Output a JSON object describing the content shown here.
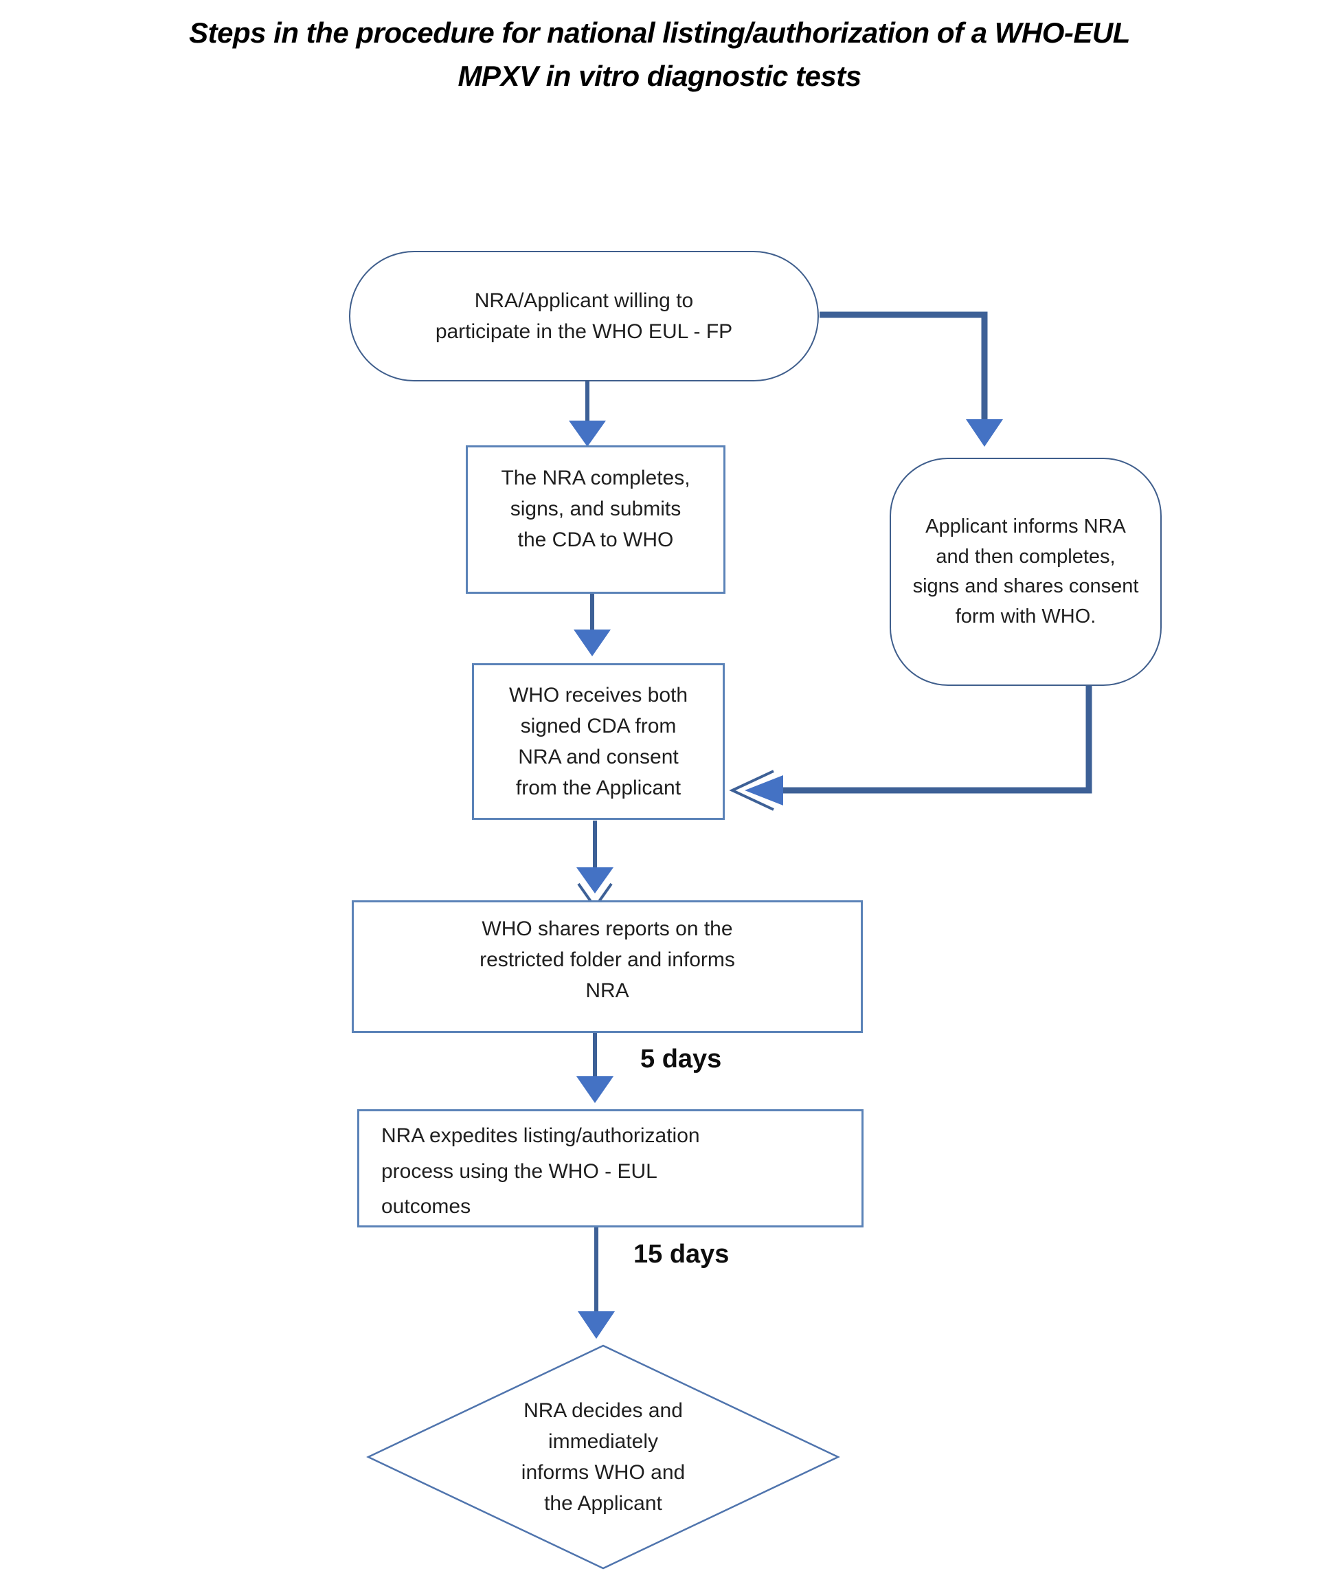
{
  "title": "Steps in the procedure for national listing/authorization of a WHO-EUL\nMPXV in vitro diagnostic tests",
  "nodes": {
    "start": {
      "shape": "stadium",
      "text": "NRA/Applicant willing to\nparticipate in the WHO EUL - FP"
    },
    "nra_cda": {
      "shape": "rectangle",
      "text": "The NRA completes,\nsigns, and submits\nthe CDA to WHO"
    },
    "applicant_consent": {
      "shape": "rounded-rectangle",
      "text": "Applicant informs NRA\nand then completes,\nsigns and shares consent\nform with WHO."
    },
    "who_receives": {
      "shape": "rectangle",
      "text": "WHO receives both\nsigned CDA from\nNRA and consent\nfrom the Applicant"
    },
    "who_shares": {
      "shape": "rectangle",
      "text": "WHO shares reports on the\nrestricted folder and informs\nNRA"
    },
    "nra_expedites": {
      "shape": "rectangle",
      "text": "NRA expedites listing/authorization\nprocess using the WHO - EUL\noutcomes"
    },
    "nra_decides": {
      "shape": "diamond",
      "text": "NRA decides and\nimmediately\ninforms WHO and\nthe Applicant"
    }
  },
  "labels": {
    "five_days": "5 days",
    "fifteen_days": "15 days"
  },
  "colors": {
    "connector_stem": "#3d6096",
    "arrow_head": "#4472c4",
    "rectangle_border": "#5b83b8",
    "terminal_border": "#3f5e8c",
    "diamond_border": "#4f74ad",
    "text": "#1f1f1f",
    "title_text": "#000000"
  }
}
